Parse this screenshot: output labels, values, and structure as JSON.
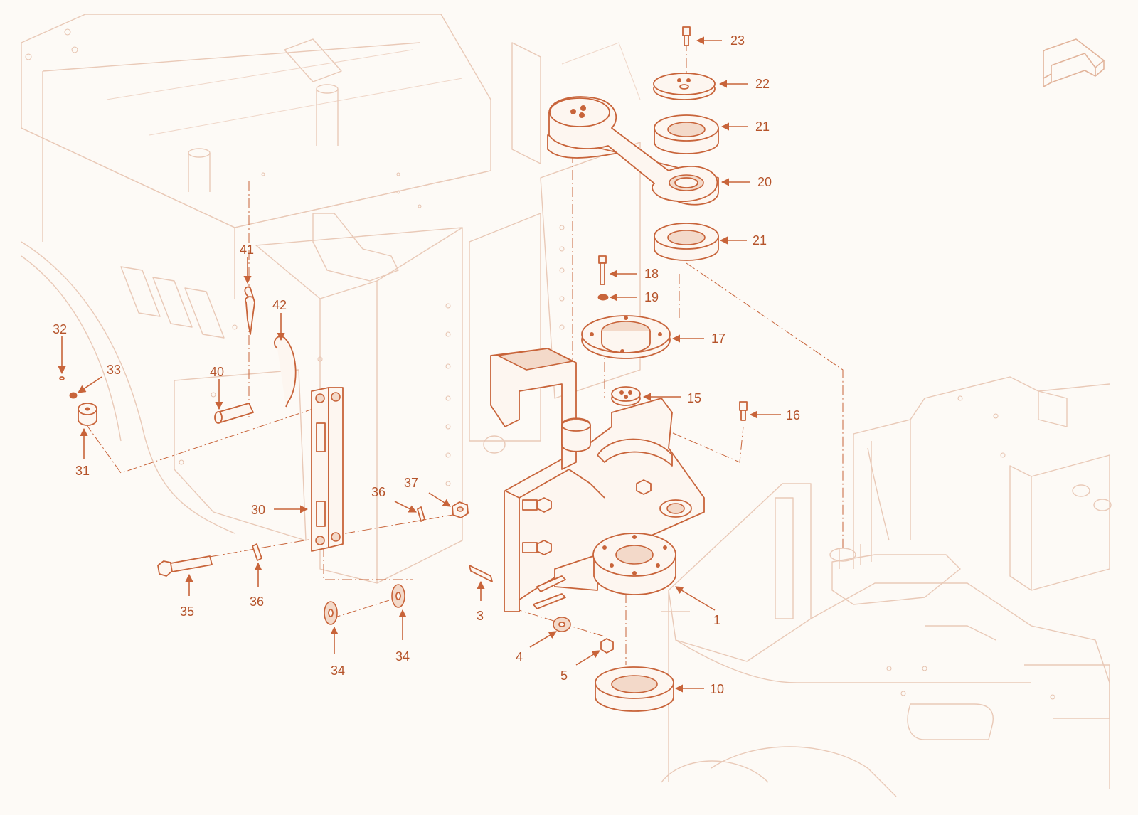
{
  "colors": {
    "background": "#fdfaf6",
    "frame_line": "#e9c9b7",
    "part_line": "#c8643a",
    "callout_text": "#b5532a"
  },
  "icons": {
    "orientation": "orientation-arrow-icon"
  },
  "callouts": [
    {
      "id": "c23",
      "label": "23"
    },
    {
      "id": "c22",
      "label": "22"
    },
    {
      "id": "c21a",
      "label": "21"
    },
    {
      "id": "c20",
      "label": "20"
    },
    {
      "id": "c21b",
      "label": "21"
    },
    {
      "id": "c18",
      "label": "18"
    },
    {
      "id": "c19",
      "label": "19"
    },
    {
      "id": "c17",
      "label": "17"
    },
    {
      "id": "c15",
      "label": "15"
    },
    {
      "id": "c16",
      "label": "16"
    },
    {
      "id": "c41",
      "label": "41"
    },
    {
      "id": "c42",
      "label": "42"
    },
    {
      "id": "c32",
      "label": "32"
    },
    {
      "id": "c33",
      "label": "33"
    },
    {
      "id": "c40",
      "label": "40"
    },
    {
      "id": "c31",
      "label": "31"
    },
    {
      "id": "c37",
      "label": "37"
    },
    {
      "id": "c36a",
      "label": "36"
    },
    {
      "id": "c30",
      "label": "30"
    },
    {
      "id": "c35",
      "label": "35"
    },
    {
      "id": "c36b",
      "label": "36"
    },
    {
      "id": "c3",
      "label": "3"
    },
    {
      "id": "c1",
      "label": "1"
    },
    {
      "id": "c4",
      "label": "4"
    },
    {
      "id": "c5",
      "label": "5"
    },
    {
      "id": "c10",
      "label": "10"
    },
    {
      "id": "c34a",
      "label": "34"
    },
    {
      "id": "c34b",
      "label": "34"
    }
  ]
}
